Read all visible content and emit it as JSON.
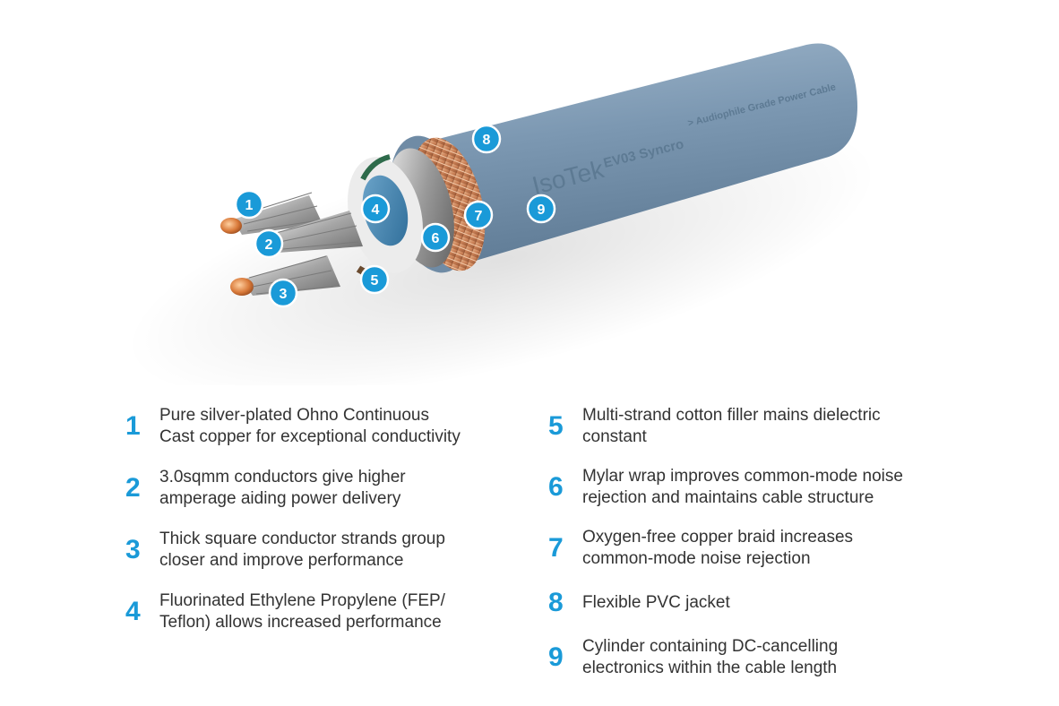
{
  "cable": {
    "brand": "IsoTek",
    "model": "EV03 Syncro",
    "tagline": "> Audiophile Grade Power Cable",
    "jacket_color": "#7e9ab3",
    "accent_color": "#1a9ad8"
  },
  "callouts": [
    "1",
    "2",
    "3",
    "4",
    "5",
    "6",
    "7",
    "8",
    "9"
  ],
  "legend": [
    {
      "number": "1",
      "text": "Pure silver-plated Ohno Continuous\nCast copper for exceptional conductivity"
    },
    {
      "number": "2",
      "text": "3.0sqmm conductors give higher\namperage aiding power delivery"
    },
    {
      "number": "3",
      "text": "Thick square conductor strands group\ncloser and improve performance"
    },
    {
      "number": "4",
      "text": "Fluorinated Ethylene Propylene (FEP/\nTeflon) allows increased performance"
    },
    {
      "number": "5",
      "text": "Multi-strand cotton filler mains dielectric\nconstant"
    },
    {
      "number": "6",
      "text": "Mylar wrap improves common-mode noise\nrejection and maintains cable structure"
    },
    {
      "number": "7",
      "text": "Oxygen-free copper braid increases\ncommon-mode noise rejection"
    },
    {
      "number": "8",
      "text": "Flexible PVC jacket"
    },
    {
      "number": "9",
      "text": "Cylinder containing DC-cancelling\nelectronics within the cable length"
    }
  ]
}
